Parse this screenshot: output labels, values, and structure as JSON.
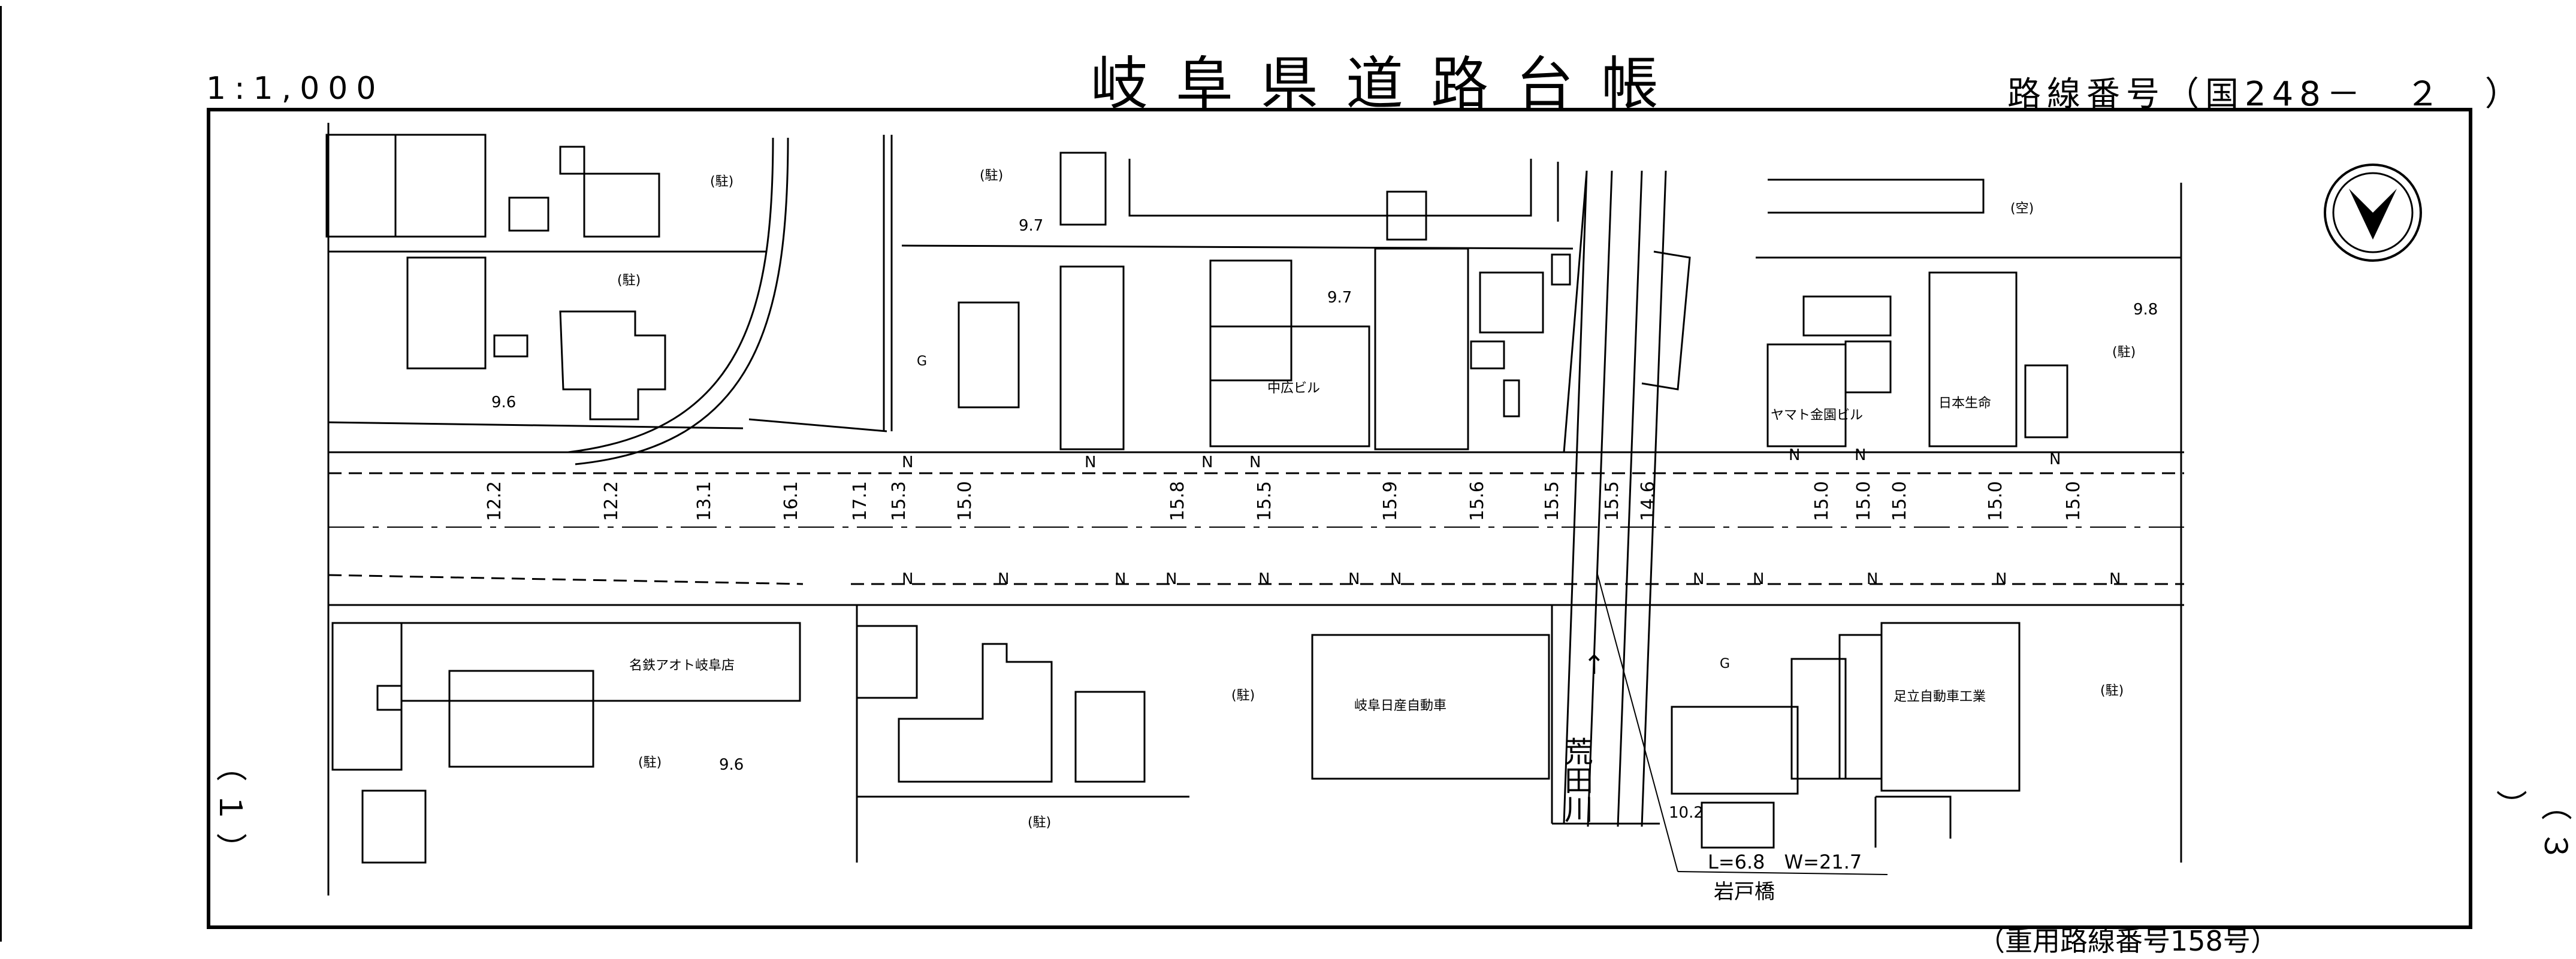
{
  "header": {
    "scale": "1:1,000",
    "title": "岐阜県道路台帳",
    "route_number": "路線番号（国248－　２　）"
  },
  "sheet": {
    "left_page_mark": "（ １ ）",
    "right_page_mark": "（ ３ ）",
    "bottom_note": "（重用路線番号158号）"
  },
  "labels": {
    "meitetsu": "名鉄アオト岐阜店",
    "nissan": "岐阜日産自動車",
    "chuko": "中広ビル",
    "yamato": "ヤマト金園ビル",
    "nihon_seimei": "日本生命",
    "adachi": "足立自動車工業",
    "river": "荒田川",
    "bridge_spec": "L=6.8　W=21.7",
    "bridge_name": "岩戸橋",
    "parking": "(駐)",
    "vacant": "(空)",
    "gas": "G"
  },
  "spot_heights": [
    "9.6",
    "9.7",
    "9.7",
    "9.8",
    "9.6",
    "10.2"
  ],
  "road_widths": [
    "12.2",
    "12.2",
    "13.1",
    "16.1",
    "17.1",
    "15.3",
    "15.0",
    "15.8",
    "15.5",
    "15.9",
    "15.6",
    "15.5",
    "15.5",
    "14.6",
    "15.0",
    "15.0",
    "15.0",
    "15.0",
    "15.0"
  ],
  "north_arrow": "north-arrow-icon"
}
